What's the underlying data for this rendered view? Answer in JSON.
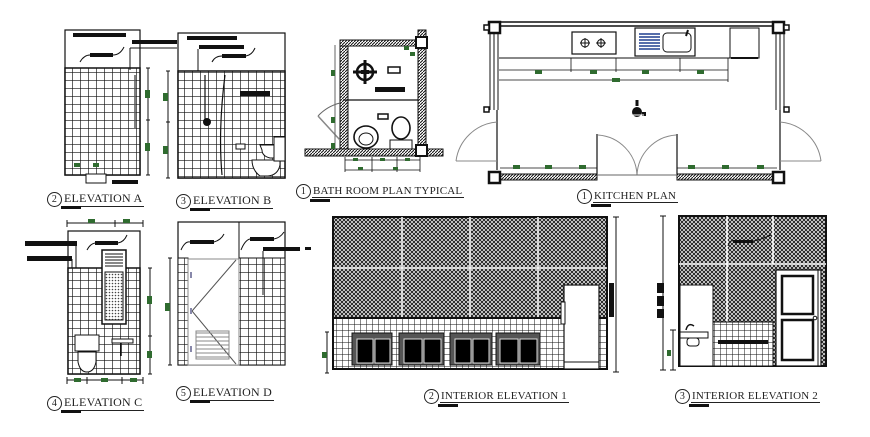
{
  "drawing_sheet": {
    "background": "#ffffff",
    "colors": {
      "line": "#111111",
      "dimension_tag": "#2f6b2f",
      "drainboard": "#1f3f8f"
    },
    "views": [
      {
        "id": "elevation-a",
        "number": "2",
        "title": "ELEVATION A"
      },
      {
        "id": "elevation-b",
        "number": "3",
        "title": "ELEVATION B"
      },
      {
        "id": "bathroom-plan",
        "number": "1",
        "title": "BATH ROOM PLAN TYPICAL"
      },
      {
        "id": "kitchen-plan",
        "number": "1",
        "title": "KITCHEN PLAN"
      },
      {
        "id": "elevation-c",
        "number": "4",
        "title": "ELEVATION C"
      },
      {
        "id": "elevation-d",
        "number": "5",
        "title": "ELEVATION D"
      },
      {
        "id": "interior-elevation-1",
        "number": "2",
        "title": "INTERIOR ELEVATION 1"
      },
      {
        "id": "interior-elevation-2",
        "number": "3",
        "title": "INTERIOR ELEVATION 2"
      }
    ]
  }
}
